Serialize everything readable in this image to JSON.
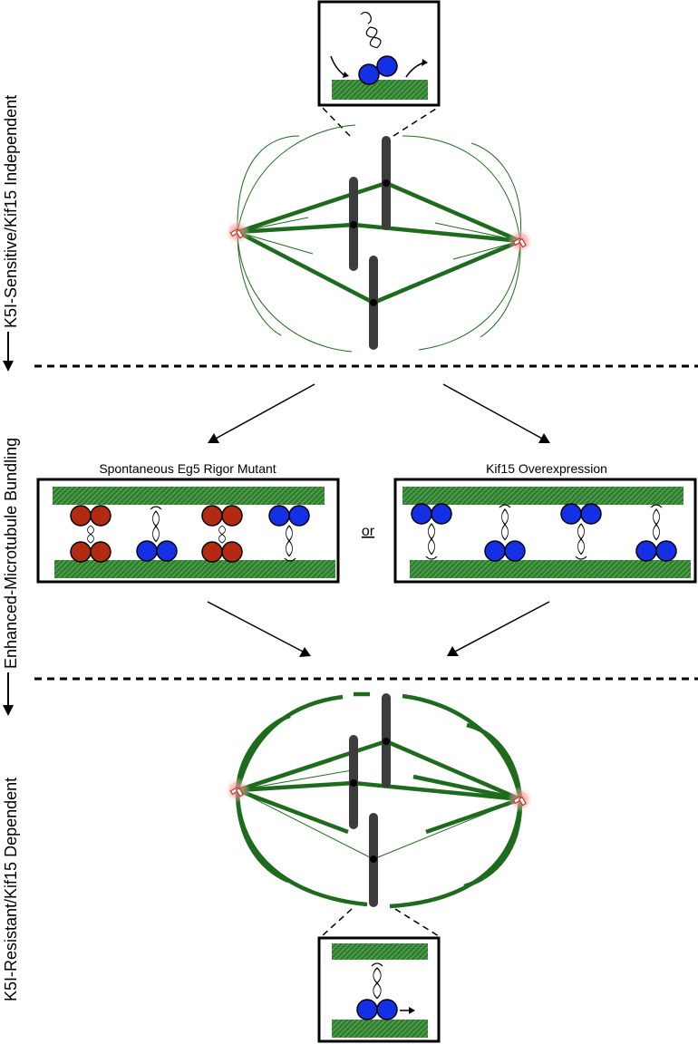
{
  "side_labels": {
    "top": "K5I-Sensitive/Kif15 Independent",
    "middle": "Enhanced-Microtubule Bundling",
    "bottom": "K5I-Resistant/Kif15 Dependent"
  },
  "panels": {
    "left_title": "Spontaneous Eg5 Rigor Mutant",
    "right_title": "Kif15 Overexpression",
    "connector": "or"
  },
  "colors": {
    "microtubule": "#1e6b1e",
    "microtubule_stripe": "#5cae5c",
    "chromosome": "#3c3c3c",
    "eg5_rigor_head": "#b32a12",
    "motor_head": "#1430e6",
    "centrosome": "#e05050"
  }
}
